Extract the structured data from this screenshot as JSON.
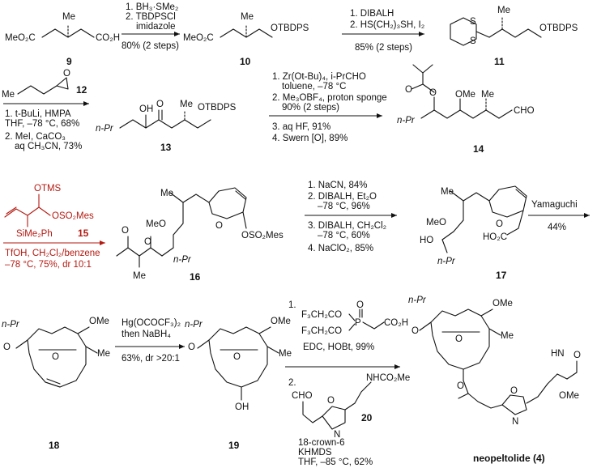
{
  "compounds": {
    "c9": "9",
    "c10": "10",
    "c11": "11",
    "c12": "12",
    "c13": "13",
    "c14": "14",
    "c15": "15",
    "c16": "16",
    "c17": "17",
    "c18": "18",
    "c19": "19",
    "c20": "20",
    "final": "neopeltolide (4)"
  },
  "atoms": {
    "me": "Me",
    "meo2c": "MeO₂C",
    "co2h": "CO₂H",
    "otbdps": "OTBDPS",
    "s": "S",
    "oh": "OH",
    "o": "O",
    "ome": "OMe",
    "meo": "MeO",
    "npr": "n-Pr",
    "cho": "CHO",
    "otms": "OTMS",
    "oso2mes": "OSO₂Mes",
    "sime2ph": "SiMe₂Ph",
    "ho": "HO",
    "ho2c": "HO₂C",
    "n": "N",
    "hn": "HN",
    "nhco2me": "NHCO₂Me",
    "ch3": "Me"
  },
  "steps": {
    "s1": [
      "1. BH₃·SMe₂",
      "2. TBDPSCl",
      "imidazole",
      "80% (2 steps)"
    ],
    "s2": [
      "1. DIBALH",
      "2. HS(CH₂)₃SH, I₂",
      "85% (2 steps)"
    ],
    "s3": [
      "1. t-BuLi, HMPA",
      "THF, –78 °C, 68%",
      "2. MeI, CaCO₃",
      "aq CH₃CN, 73%"
    ],
    "s4": [
      "1. Zr(Ot-Bu)₄, i-PrCHO",
      "toluene, –78 °C",
      "2. Me₃OBF₄, proton sponge",
      "90% (2 steps)",
      "3. aq HF, 91%",
      "4. Swern [O], 89%"
    ],
    "s5": [
      "TfOH, CH₂Cl₂/benzene",
      "–78 °C, 75%, dr 10:1"
    ],
    "s6": [
      "1. NaCN, 84%",
      "2. DIBALH, Et₂O",
      "–78 °C, 96%",
      "3. DIBALH, CH₂Cl₂",
      "–78 °C, 60%",
      "4. NaClO₂, 85%"
    ],
    "s7": [
      "Yamaguchi",
      "44%"
    ],
    "s8": [
      "Hg(OCOCF₃)₂",
      "then NaBH₄",
      "63%, dr >20:1"
    ],
    "s9": [
      "1.",
      "F₃CH₂CO",
      "F₃CH₂CO",
      "P",
      "O",
      "CO₂H",
      "EDC, HOBt, 99%",
      "2."
    ],
    "s10": [
      "18-crown-6",
      "KHMDS",
      "THF, –85 °C, 62%"
    ]
  },
  "colors": {
    "reagent_highlight": "#b31a12",
    "ink": "#111111"
  }
}
